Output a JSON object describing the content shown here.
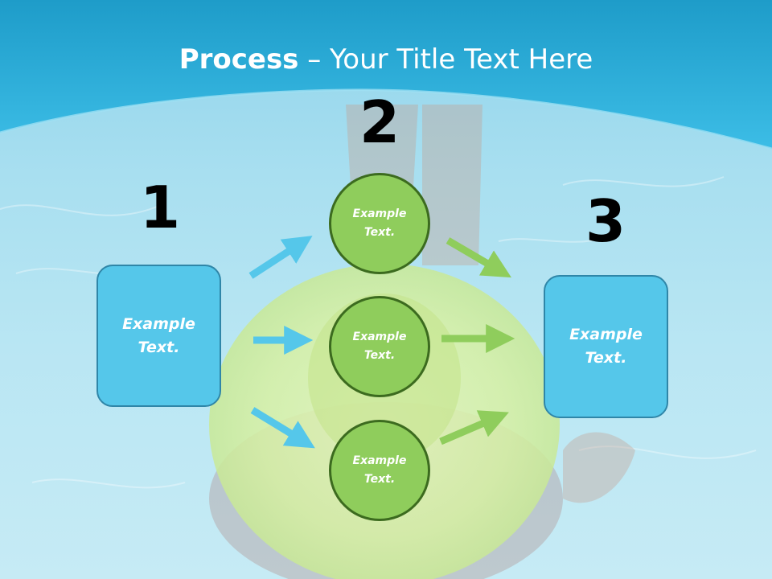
{
  "title": {
    "bold": "Process",
    "rest": " – Your Title Text Here"
  },
  "steps": [
    {
      "number": "1",
      "text": "Example Text."
    },
    {
      "number": "2",
      "texts": [
        "Example Text.",
        "Example Text.",
        "Example Text."
      ]
    },
    {
      "number": "3",
      "text": "Example Text."
    }
  ],
  "colors": {
    "header": "#2aa9d6",
    "box_fill": "#55c7ea",
    "circle_fill": "#8fcd5c",
    "blue_arrow": "#55c7ea",
    "green_arrow": "#8fcd5c"
  }
}
